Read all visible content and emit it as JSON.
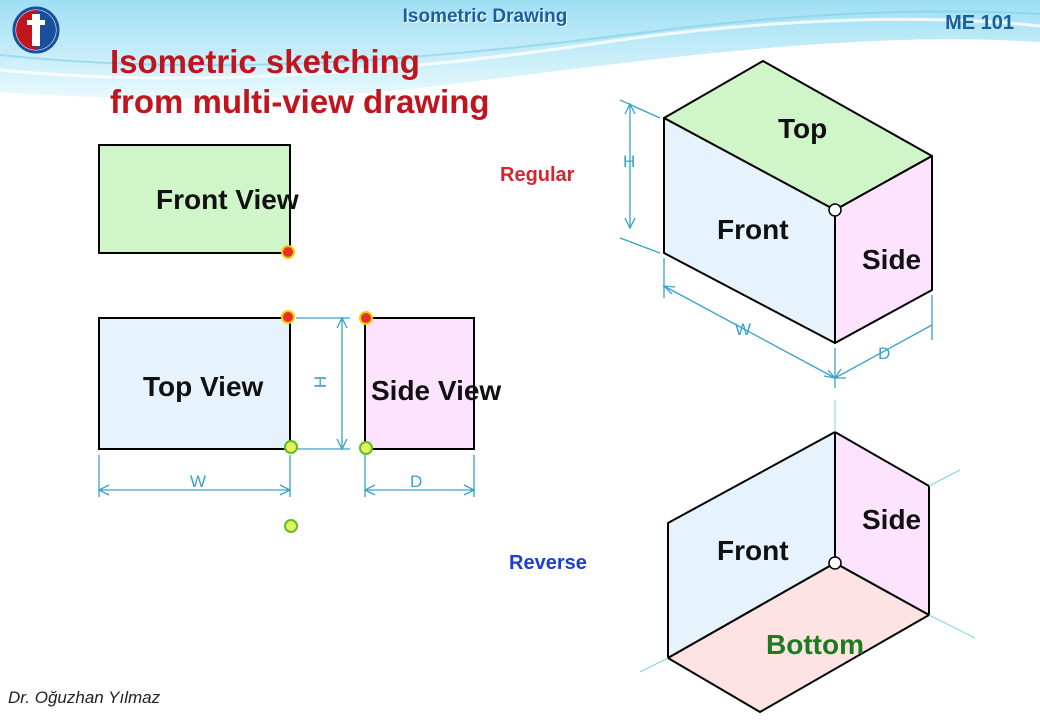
{
  "header": {
    "title": "Isometric Drawing",
    "course": "ME 101",
    "logo_icon": "university-logo-icon"
  },
  "slide": {
    "title_line1": "Isometric sketching",
    "title_line2": "from multi-view drawing",
    "author": "Dr. Oğuzhan Yılmaz"
  },
  "multiview": {
    "front_view": "Front View",
    "top_view": "Top View",
    "side_view": "Side View",
    "dim_w": "W",
    "dim_d": "D",
    "dim_h": "H"
  },
  "isometric_regular": {
    "label": "Regular",
    "top": "Top",
    "front": "Front",
    "side": "Side",
    "dim_h": "H",
    "dim_w": "W",
    "dim_d": "D"
  },
  "isometric_reverse": {
    "label": "Reverse",
    "front": "Front",
    "side": "Side",
    "bottom": "Bottom"
  },
  "colors": {
    "front_face": "#cff5c8",
    "top_face": "#e6f3fd",
    "side_face": "#fde3fd",
    "bottom_face": "#fde3e3",
    "dimension": "#3aa2c9",
    "title": "#c0141e"
  }
}
